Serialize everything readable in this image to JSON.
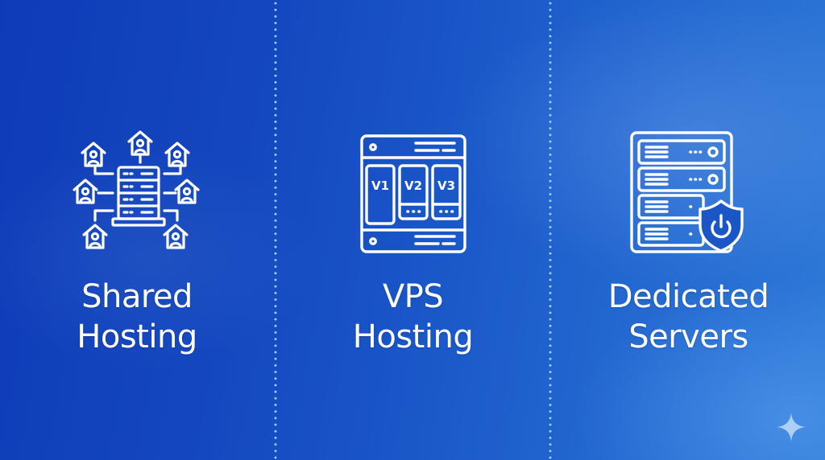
{
  "panels": [
    {
      "icon": "shared-hosting-network-icon",
      "title_line1": "Shared",
      "title_line2": "Hosting"
    },
    {
      "icon": "vps-server-icon",
      "title_line1": "VPS",
      "title_line2": "Hosting",
      "vm_labels": [
        "V1",
        "V2",
        "V3"
      ]
    },
    {
      "icon": "dedicated-server-shield-icon",
      "title_line1": "Dedicated",
      "title_line2": "Servers"
    }
  ],
  "colors": {
    "background_left": "#0f3bb8",
    "background_right": "#2f7ad8",
    "icon_stroke": "#ffffff",
    "divider_dots": "#aad7ff",
    "sparkle": "#b9d6f5"
  },
  "watermark": "sparkle-icon"
}
